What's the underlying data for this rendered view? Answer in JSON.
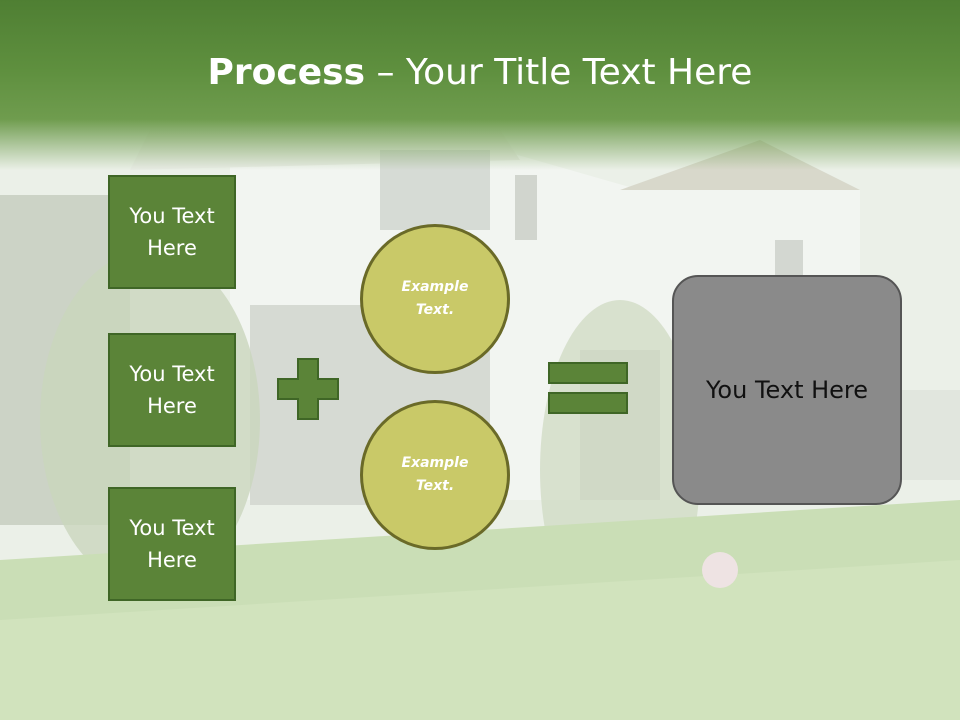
{
  "slide": {
    "title_bold": "Process",
    "title_rest": " – Your Title Text Here",
    "left_boxes": [
      {
        "line1": "You Text",
        "line2": "Here"
      },
      {
        "line1": "You Text",
        "line2": "Here"
      },
      {
        "line1": "You Text",
        "line2": "Here"
      }
    ],
    "circles": [
      {
        "line1": "Example",
        "line2": "Text."
      },
      {
        "line1": "Example",
        "line2": "Text."
      }
    ],
    "result_text": "You Text Here"
  },
  "icons": {
    "plus": "plus-icon",
    "equals": "equals-icon"
  },
  "colors": {
    "title_bar": "#5e8f3e",
    "box_fill": "#5b8438",
    "circle_fill": "#c9c968",
    "result_fill": "#8a8a8a"
  }
}
